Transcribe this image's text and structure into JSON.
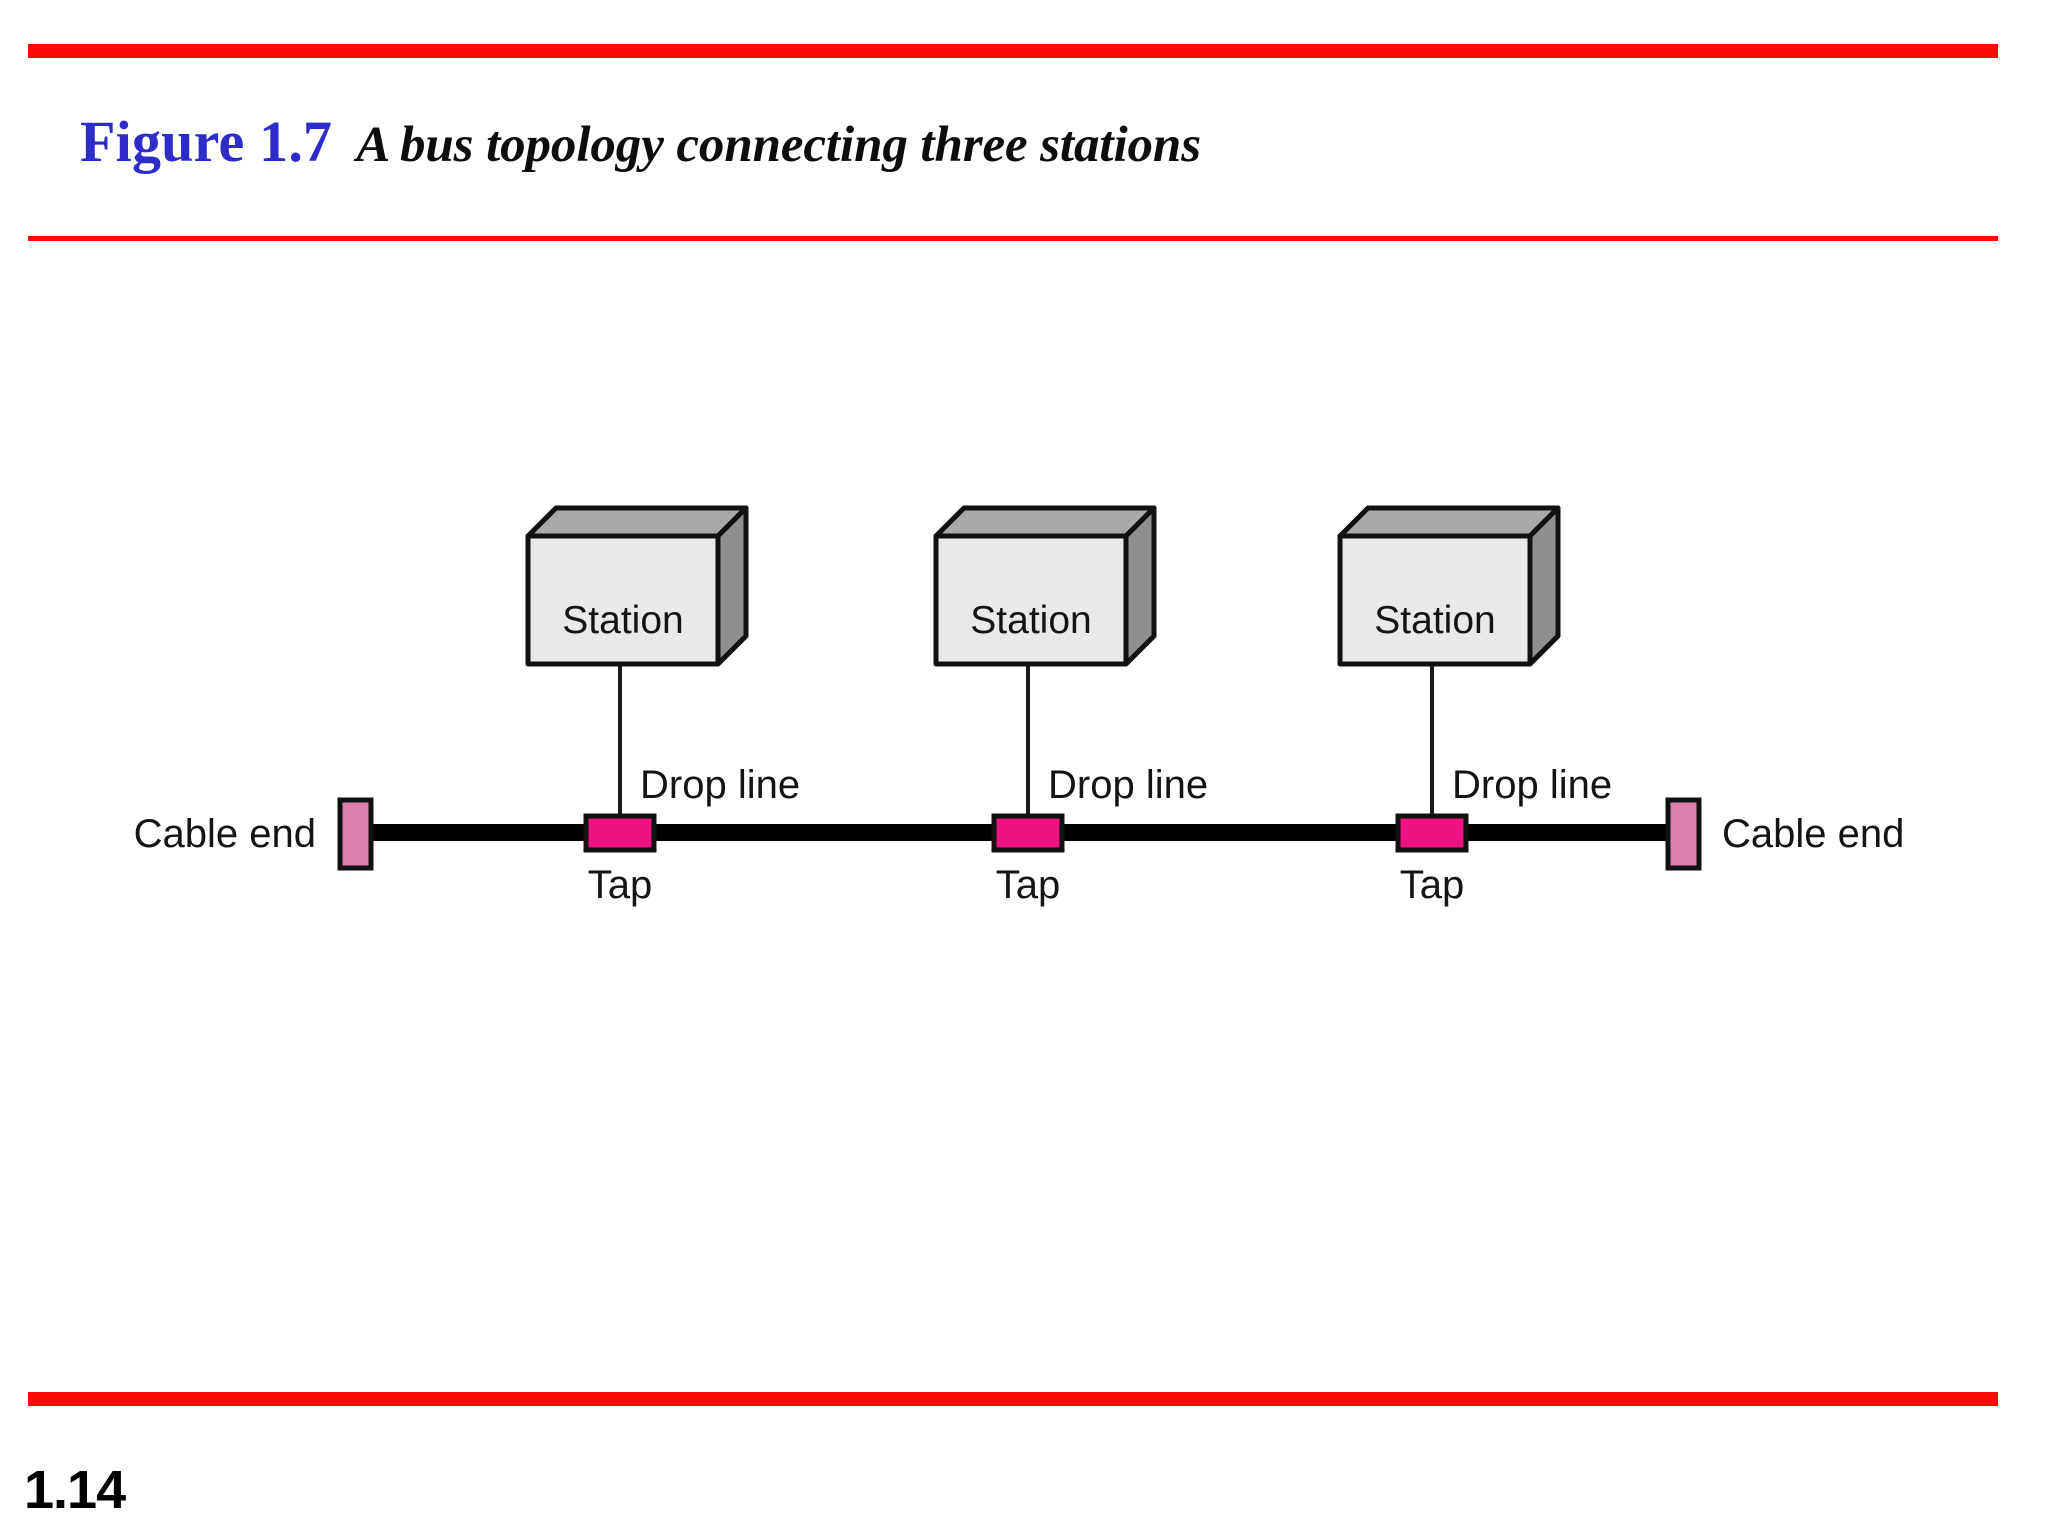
{
  "page": {
    "number": "1.14",
    "background_color": "#ffffff",
    "rule_color": "#fb0a06"
  },
  "heading": {
    "figure_label": "Figure 1.7",
    "figure_label_color": "#2d2ccb",
    "caption": "A bus topology connecting three stations",
    "caption_color": "#0d0d0d"
  },
  "diagram": {
    "title": "A bus topology connecting three stations",
    "type": "bus-topology",
    "colors": {
      "backbone": "#000000",
      "tap_fill": "#ec1280",
      "cable_end_fill": "#dd7fad",
      "box_front": "#e9e9e9",
      "box_top": "#a9a9a9",
      "box_side": "#8f8f8f",
      "outline": "#111111",
      "drop_line": "#1a1a1a"
    },
    "cable_ends": [
      {
        "label": "Cable end",
        "side": "left"
      },
      {
        "label": "Cable end",
        "side": "right"
      }
    ],
    "stations": [
      {
        "label": "Station",
        "tap_label": "Tap",
        "drop_line_label": "Drop line"
      },
      {
        "label": "Station",
        "tap_label": "Tap",
        "drop_line_label": "Drop line"
      },
      {
        "label": "Station",
        "tap_label": "Tap",
        "drop_line_label": "Drop line"
      }
    ]
  }
}
